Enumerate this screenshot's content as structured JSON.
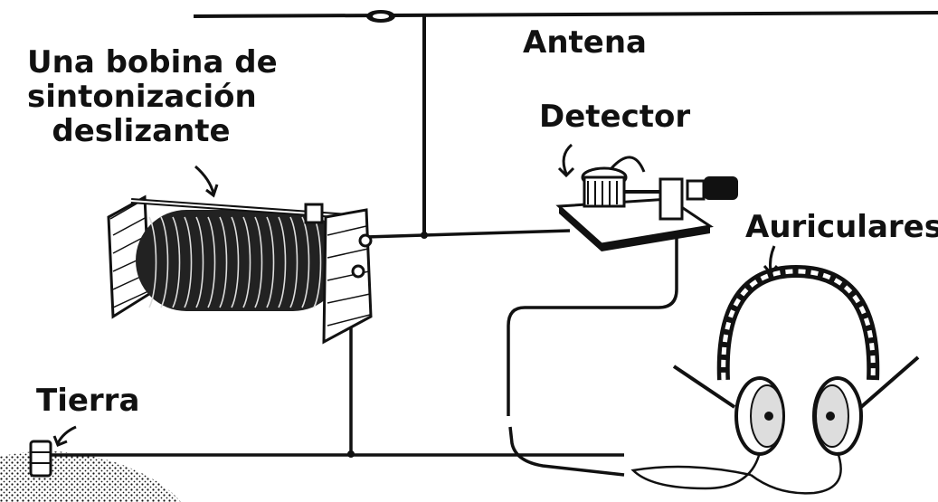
{
  "labels": {
    "antenna": "Antena",
    "detector": "Detector",
    "headphones": "Auriculares",
    "ground": "Tierra",
    "coil_line1": "Una bobina de",
    "coil_line2": "sintonización",
    "coil_line3": "deslizante"
  },
  "colors": {
    "ink": "#111111",
    "paper": "#ffffff"
  }
}
